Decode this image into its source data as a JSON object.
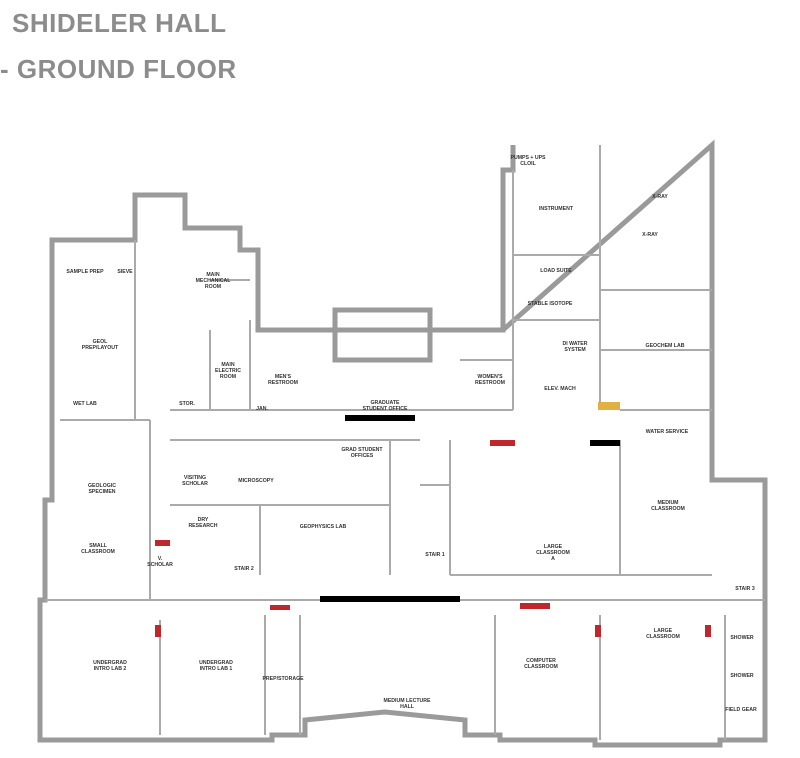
{
  "header": {
    "building_name": "SHIDELER HALL",
    "floor_name": "- GROUND FLOOR"
  },
  "colors": {
    "title": "#8c8c8c",
    "wall": "#9a9a9a",
    "door_marker_black": "#000000",
    "door_marker_red": "#c0272d",
    "utility_yellow": "#e0b040"
  },
  "rooms": {
    "pumps": "PUMPS + UPS",
    "pumps2": "CLOIL",
    "instrument": "INSTRUMENT",
    "xray1": "X-RAY",
    "xray2": "X-RAY",
    "load_suite": "LOAD SUITE",
    "stable_isotope": "STABLE ISOTOPE",
    "di_water1": "DI WATER",
    "di_water2": "SYSTEM",
    "geochem_lab": "GEOCHEM LAB",
    "elev_mach": "ELEV. MACH",
    "water_service": "WATER SERVICE",
    "sample_prep": "SAMPLE PREP",
    "sieve": "SIEVE",
    "main_mech1": "MAIN",
    "main_mech2": "MECHANICAL",
    "main_mech3": "ROOM",
    "geol_prep1": "GEOL",
    "geol_prep2": "PREP/LAYOUT",
    "main_elec1": "MAIN",
    "main_elec2": "ELECTRIC",
    "main_elec3": "ROOM",
    "stor": "STOR.",
    "jan": "JAN.",
    "wet_lab": "WET LAB",
    "mens_restroom1": "MEN'S",
    "mens_restroom2": "RESTROOM",
    "womens_restroom1": "WOMEN'S",
    "womens_restroom2": "RESTROOM",
    "grad_office_main1": "GRADUATE",
    "grad_office_main2": "STUDENT OFFICE",
    "grad_offices1": "GRAD STUDENT",
    "grad_offices2": "OFFICES",
    "visiting_scholar1": "VISITING",
    "visiting_scholar2": "SCHOLAR",
    "microscopy": "MICROSCOPY",
    "geologic_specimen1": "GEOLOGIC",
    "geologic_specimen2": "SPECIMEN",
    "dry_research1": "DRY",
    "dry_research2": "RESEARCH",
    "geophysics_lab": "GEOPHYSICS LAB",
    "small_classroom1": "SMALL",
    "small_classroom2": "CLASSROOM",
    "v_scholar1": "V.",
    "v_scholar2": "SCHOLAR",
    "stair2": "STAIR 2",
    "stair1": "STAIR 1",
    "large_classroom_a1": "LARGE",
    "large_classroom_a2": "CLASSROOM",
    "large_classroom_a3": "A",
    "medium_classroom1": "MEDIUM",
    "medium_classroom2": "CLASSROOM",
    "stair3": "STAIR 3",
    "undergrad2_1": "UNDERGRAD",
    "undergrad2_2": "INTRO LAB 2",
    "undergrad1_1": "UNDERGRAD",
    "undergrad1_2": "INTRO LAB 1",
    "prep_storage": "PREP/STORAGE",
    "lecture1": "MEDIUM LECTURE",
    "lecture2": "HALL",
    "computer1": "COMPUTER",
    "computer2": "CLASSROOM",
    "large_classroom1": "LARGE",
    "large_classroom2": "CLASSROOM",
    "shower1": "SHOWER",
    "shower2": "SHOWER",
    "field_gear": "FIELD GEAR"
  }
}
